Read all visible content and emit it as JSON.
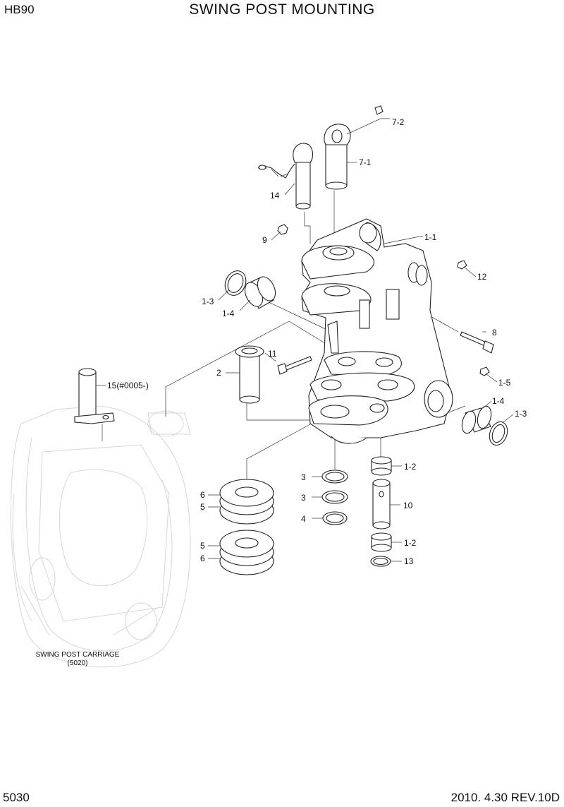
{
  "header": {
    "model": "HB90",
    "title": "SWING POST MOUNTING"
  },
  "footer": {
    "page_number": "5030",
    "revision": "2010.  4.30  REV.10D"
  },
  "reference": {
    "name": "SWING POST CARRIAGE",
    "code": "(5020)"
  },
  "callouts": {
    "c7_2": "7-2",
    "c7_1": "7-1",
    "c14": "14",
    "c9": "9",
    "c1_1": "1-1",
    "c12": "12",
    "c1_3a": "1-3",
    "c1_4a": "1-4",
    "c8": "8",
    "c11": "11",
    "c2": "2",
    "c15": "15(#0005-)",
    "c1_5": "1-5",
    "c1_4b": "1-4",
    "c1_3b": "1-3",
    "c3a": "3",
    "c1_2a": "1-2",
    "c3b": "3",
    "c10": "10",
    "c6a": "6",
    "c5a": "5",
    "c4": "4",
    "c5b": "5",
    "c6b": "6",
    "c1_2b": "1-2",
    "c13": "13"
  }
}
